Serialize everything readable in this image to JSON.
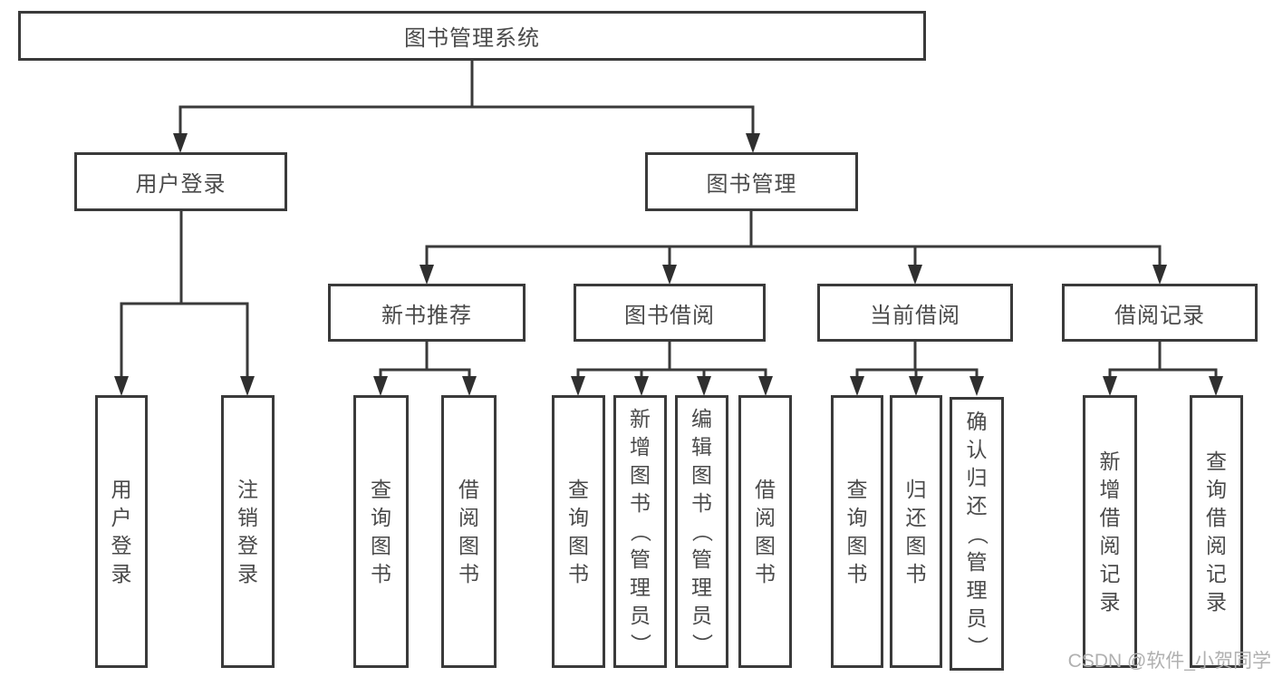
{
  "diagram": {
    "root": {
      "label": "图书管理系统"
    },
    "branches": [
      {
        "label": "用户登录",
        "children": [
          {
            "label": "用户登录"
          },
          {
            "label": "注销登录"
          }
        ]
      },
      {
        "label": "图书管理",
        "children": [
          {
            "label": "新书推荐",
            "children": [
              {
                "label": "查询图书"
              },
              {
                "label": "借阅图书"
              }
            ]
          },
          {
            "label": "图书借阅",
            "children": [
              {
                "label": "查询图书"
              },
              {
                "label": "新增图书（管理员）"
              },
              {
                "label": "编辑图书（管理员）"
              },
              {
                "label": "借阅图书"
              }
            ]
          },
          {
            "label": "当前借阅",
            "children": [
              {
                "label": "查询图书"
              },
              {
                "label": "归还图书"
              },
              {
                "label": "确认归还（管理员）"
              }
            ]
          },
          {
            "label": "借阅记录",
            "children": [
              {
                "label": "新增借阅记录"
              },
              {
                "label": "查询借阅记录"
              }
            ]
          }
        ]
      }
    ]
  },
  "watermark": "CSDN @软件_小贺同学",
  "colors": {
    "line": "#3a3a3a",
    "text": "#4a4a4a",
    "watermark": "#b0b0b0",
    "background": "#ffffff"
  }
}
